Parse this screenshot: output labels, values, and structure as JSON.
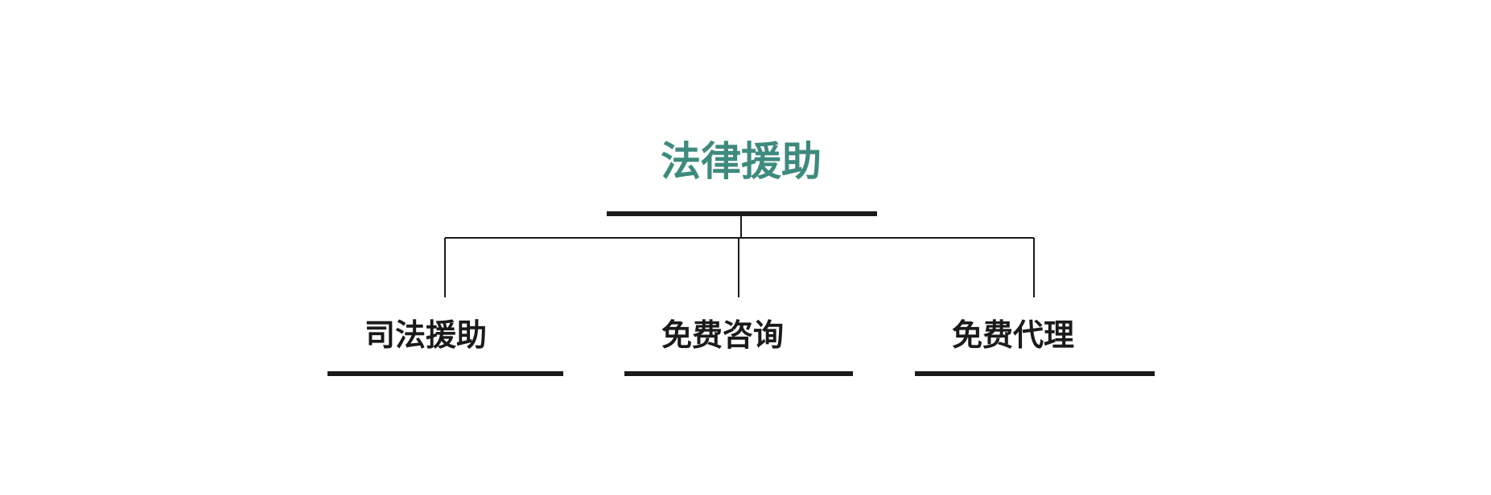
{
  "diagram": {
    "root": {
      "label": "法律援助",
      "color": "#3f8a7e"
    },
    "children": [
      {
        "label": "司法援助"
      },
      {
        "label": "免费咨询"
      },
      {
        "label": "免费代理"
      }
    ],
    "text_color": "#1a1a1a",
    "line_color": "#1a1a1a"
  }
}
